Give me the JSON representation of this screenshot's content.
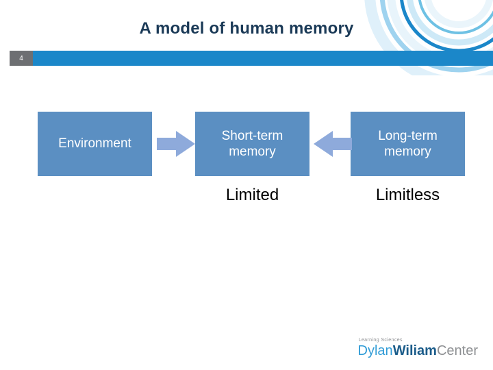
{
  "slide": {
    "title": "A model of human memory",
    "number": "4",
    "accent_color": "#1b87c9",
    "box_color": "#5b8fc2",
    "arrow_color": "#8eaadb",
    "title_color": "#1b3a57",
    "number_tab_color": "#6d6f72"
  },
  "diagram": {
    "boxes": [
      {
        "id": "environment",
        "label": "Environment"
      },
      {
        "id": "short-term-memory",
        "label": "Short-term\nmemory",
        "line1": "Short-term",
        "line2": "memory"
      },
      {
        "id": "long-term-memory",
        "label": "Long-term\nmemory",
        "line1": "Long-term",
        "line2": "memory"
      }
    ],
    "arrows": [
      {
        "id": "environment-to-stm",
        "direction": "right"
      },
      {
        "id": "ltm-to-stm",
        "direction": "left"
      }
    ],
    "captions": [
      {
        "id": "stm-capacity",
        "label": "Limited"
      },
      {
        "id": "ltm-capacity",
        "label": "Limitless"
      }
    ]
  },
  "logo": {
    "tagline": "Learning Sciences",
    "word1": "Dylan",
    "word2": "Wiliam",
    "word3": "Center"
  }
}
